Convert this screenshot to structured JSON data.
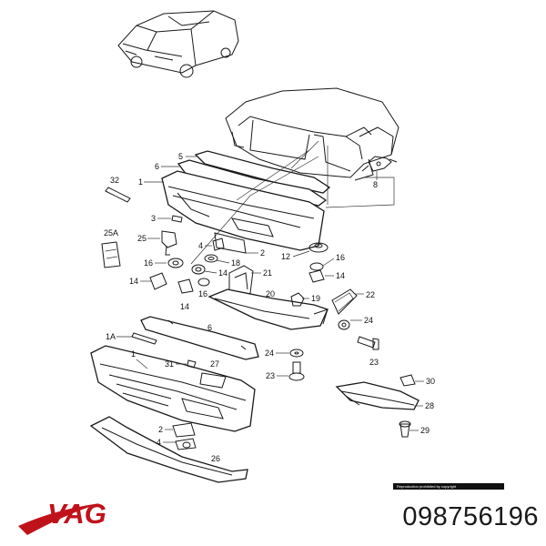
{
  "brand": {
    "logo_text": "VAG",
    "color": "#c0121a"
  },
  "part_number": "098756196",
  "copyright_note": "Reproduction prohibited by copyright",
  "callouts": [
    "1",
    "2",
    "3",
    "4",
    "5",
    "6",
    "8",
    "12",
    "14",
    "16",
    "18",
    "19",
    "20",
    "21",
    "22",
    "23",
    "24",
    "25",
    "25A",
    "26",
    "27",
    "28",
    "29",
    "30",
    "31",
    "32",
    "1A",
    "2",
    "4",
    "6",
    "14",
    "16",
    "14",
    "16",
    "24",
    "23"
  ]
}
